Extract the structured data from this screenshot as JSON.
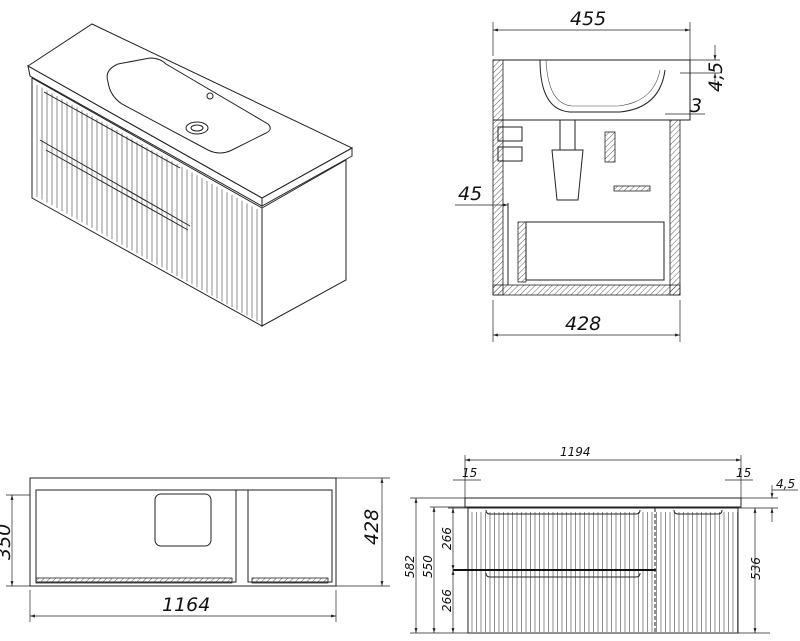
{
  "title": "Vanity unit with washbasin – technical drawing",
  "side_section": {
    "depth_total": "455",
    "depth_cabinet": "428",
    "top_thickness": "4,5",
    "top_offset": "3",
    "drawer_offset": "45"
  },
  "front_inner": {
    "height_inner": "350",
    "height_total": "428",
    "width": "1164"
  },
  "front_view": {
    "top_width": "1194",
    "overhang_left": "15",
    "overhang_right": "15",
    "top_thickness": "4,5",
    "height_total": "582",
    "height_cabinet": "550",
    "drawer_top": "266",
    "drawer_bottom": "266",
    "height_right": "536"
  }
}
